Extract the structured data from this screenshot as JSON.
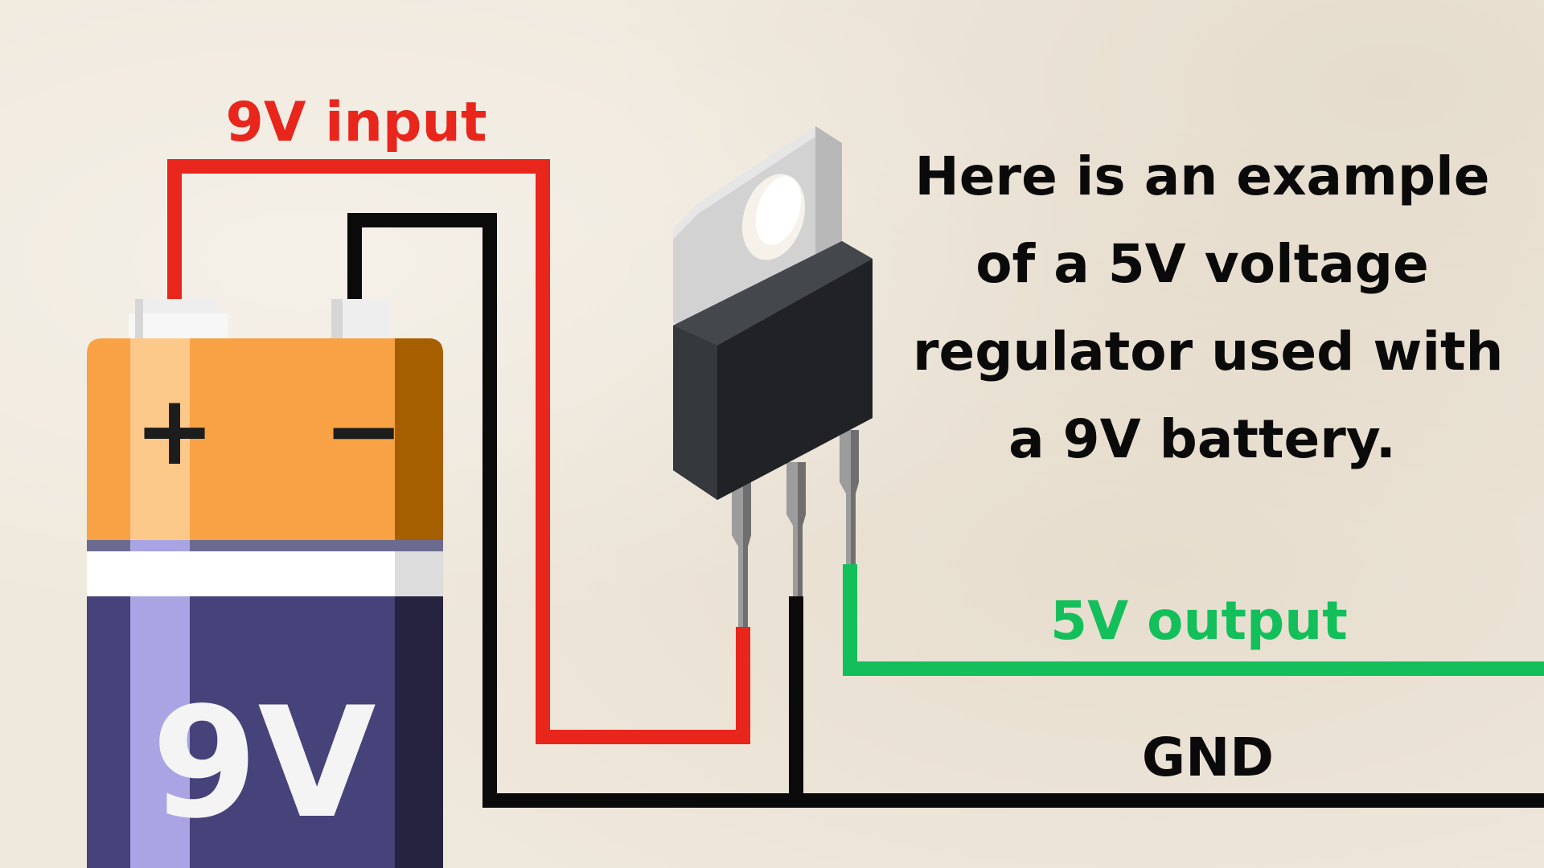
{
  "labels": {
    "input": "9V input",
    "output": "5V output",
    "ground": "GND"
  },
  "battery": {
    "voltage_label": "9V",
    "positive_symbol": "+",
    "negative_symbol": "−"
  },
  "description_lines": [
    "Here is an example",
    "of a 5V voltage",
    "regulator used with",
    "a 9V battery."
  ],
  "colors": {
    "input_wire": "#e8261c",
    "output_wire": "#13bf5a",
    "ground_wire": "#0a0a0a",
    "battery_top": "#f8a245",
    "battery_body": "#46427a",
    "regulator_body": "#2e3034",
    "regulator_tab": "#cfcfcf"
  }
}
